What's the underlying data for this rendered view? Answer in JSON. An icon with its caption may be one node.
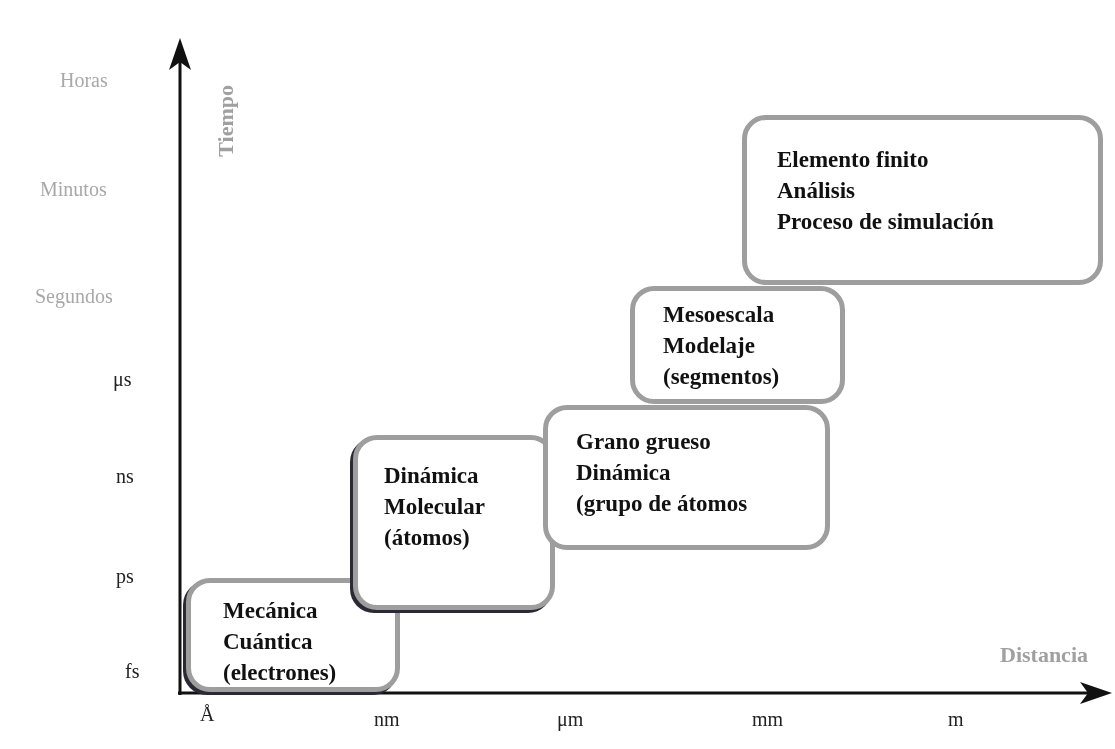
{
  "diagram": {
    "nodes": [
      {
        "text": [
          "Mecánica Cuántica (electrones)"
        ]
      },
      {
        "text": [
          "Dinámica Molecular (átomos)"
        ]
      },
      {
        "text": [
          "Grano grueso",
          "Dinámica",
          "(grupo de átomos"
        ]
      },
      {
        "text": [
          "Mesoescala Modelaje (segmentos)"
        ]
      },
      {
        "text": [
          "Elemento finito",
          "Análisis",
          "Proceso de simulación"
        ]
      }
    ],
    "edges": [],
    "labels": [
      "Horas",
      "Tiempo",
      "Minutos",
      "Segundos",
      "μs",
      "ns",
      "ps",
      "fs",
      "Distancia",
      "Å",
      "nm",
      "μm",
      "mm",
      "m"
    ]
  }
}
